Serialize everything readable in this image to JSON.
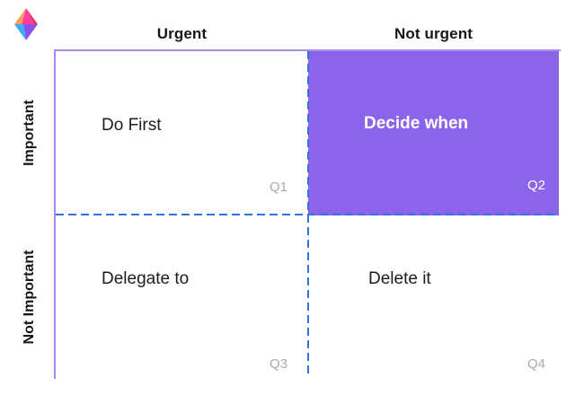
{
  "logo": {
    "icon": "gem-diamond-logo",
    "facet_colors": {
      "top_left": "#f6a05e",
      "top_center": "#ff3d9e",
      "top_right": "#ef2f5e",
      "bottom_left": "#38aef7",
      "bottom_right": "#8b52e8"
    }
  },
  "matrix": {
    "type": "eisenhower-priority-matrix",
    "column_headers": [
      "Urgent",
      "Not urgent"
    ],
    "row_headers": [
      "Important",
      "Not Important"
    ],
    "quadrants": [
      {
        "tag": "Q1",
        "title": "Do First",
        "column": "Urgent",
        "row": "Important",
        "highlighted": false
      },
      {
        "tag": "Q2",
        "title": "Decide when",
        "column": "Not urgent",
        "row": "Important",
        "highlighted": true
      },
      {
        "tag": "Q3",
        "title": "Delegate to",
        "column": "Urgent",
        "row": "Not Important",
        "highlighted": false
      },
      {
        "tag": "Q4",
        "title": "Delete it",
        "column": "Not urgent",
        "row": "Not Important",
        "highlighted": false
      }
    ],
    "colors": {
      "highlight_fill": "#8c64ea",
      "frame_border": "#a98af0",
      "divider_dashed": "#3073e3",
      "tag_muted": "#a6abb4",
      "header_text": "#16161a",
      "highlight_text": "#ffffff"
    }
  }
}
